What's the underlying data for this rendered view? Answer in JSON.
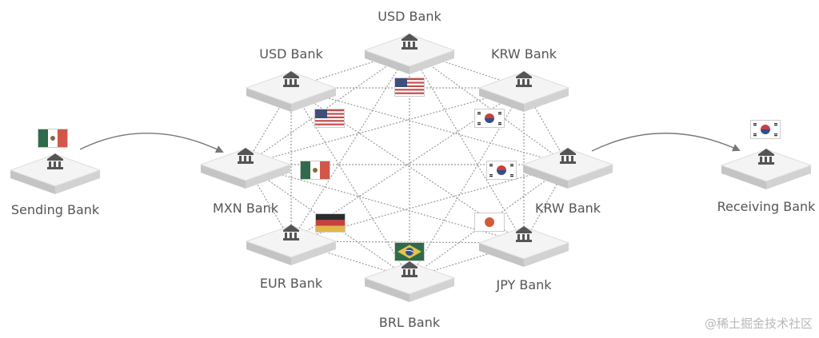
{
  "nodes": [
    {
      "id": "sending",
      "label": "Sending Bank",
      "flag": "mx"
    },
    {
      "id": "usd_top",
      "label": "USD Bank",
      "flag": "us"
    },
    {
      "id": "usd_left",
      "label": "USD Bank",
      "flag": "us"
    },
    {
      "id": "krw_top",
      "label": "KRW Bank",
      "flag": "kr"
    },
    {
      "id": "mxn",
      "label": "MXN Bank",
      "flag": "mx"
    },
    {
      "id": "krw_right",
      "label": "KRW Bank",
      "flag": "kr"
    },
    {
      "id": "eur",
      "label": "EUR Bank",
      "flag": "de"
    },
    {
      "id": "jpy",
      "label": "JPY Bank",
      "flag": "jp"
    },
    {
      "id": "brl",
      "label": "BRL Bank",
      "flag": "br"
    },
    {
      "id": "receiving",
      "label": "Receiving Bank",
      "flag": "kr"
    }
  ],
  "watermark": "@稀土掘金技术社区",
  "colors": {
    "node_top": "#f4f4f4",
    "node_side": "#d2d2d2",
    "edge": "#9a9a9a",
    "arrow": "#777777",
    "icon": "#555555",
    "label": "#555555"
  }
}
